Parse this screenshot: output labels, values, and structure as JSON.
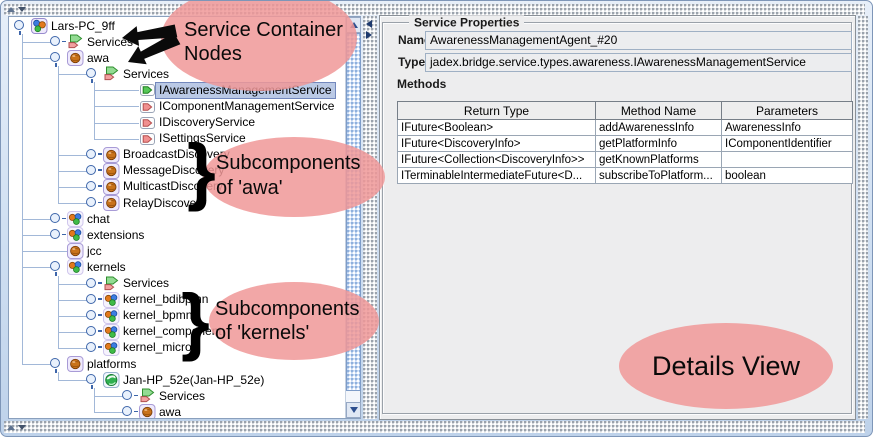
{
  "tree": {
    "nodes": [
      {
        "label": "Lars-PC_9ff",
        "depth": 0,
        "icon": "platform",
        "handle": "expanded"
      },
      {
        "label": "Services",
        "depth": 1,
        "icon": "service-container",
        "handle": "collapsed"
      },
      {
        "label": "awa",
        "depth": 1,
        "icon": "component",
        "handle": "expanded"
      },
      {
        "label": "Services",
        "depth": 2,
        "icon": "service-container",
        "handle": "expanded"
      },
      {
        "label": "IAwarenessManagementService",
        "depth": 3,
        "icon": "service-green",
        "handle": "leaf",
        "selected": true
      },
      {
        "label": "IComponentManagementService",
        "depth": 3,
        "icon": "service-red",
        "handle": "leaf"
      },
      {
        "label": "IDiscoveryService",
        "depth": 3,
        "icon": "service-red",
        "handle": "leaf"
      },
      {
        "label": "ISettingsService",
        "depth": 3,
        "icon": "service-red",
        "handle": "leaf"
      },
      {
        "label": "BroadcastDiscovery",
        "depth": 2,
        "icon": "component",
        "handle": "collapsed"
      },
      {
        "label": "MessageDiscovery",
        "depth": 2,
        "icon": "component",
        "handle": "collapsed"
      },
      {
        "label": "MulticastDiscovery",
        "depth": 2,
        "icon": "component",
        "handle": "collapsed"
      },
      {
        "label": "RelayDiscovery",
        "depth": 2,
        "icon": "component",
        "handle": "collapsed"
      },
      {
        "label": "chat",
        "depth": 1,
        "icon": "components",
        "handle": "collapsed"
      },
      {
        "label": "extensions",
        "depth": 1,
        "icon": "components",
        "handle": "collapsed"
      },
      {
        "label": "jcc",
        "depth": 1,
        "icon": "component",
        "handle": "leaf"
      },
      {
        "label": "kernels",
        "depth": 1,
        "icon": "components",
        "handle": "expanded"
      },
      {
        "label": "Services",
        "depth": 2,
        "icon": "service-container",
        "handle": "collapsed"
      },
      {
        "label": "kernel_bdibpmn",
        "depth": 2,
        "icon": "components",
        "handle": "collapsed"
      },
      {
        "label": "kernel_bpmn",
        "depth": 2,
        "icon": "components",
        "handle": "collapsed"
      },
      {
        "label": "kernel_component",
        "depth": 2,
        "icon": "components",
        "handle": "collapsed"
      },
      {
        "label": "kernel_micro",
        "depth": 2,
        "icon": "components",
        "handle": "collapsed"
      },
      {
        "label": "platforms",
        "depth": 1,
        "icon": "component",
        "handle": "expanded"
      },
      {
        "label": "Jan-HP_52e(Jan-HP_52e)",
        "depth": 2,
        "icon": "platform-remote",
        "handle": "expanded"
      },
      {
        "label": "Services",
        "depth": 3,
        "icon": "service-container",
        "handle": "collapsed"
      },
      {
        "label": "awa",
        "depth": 3,
        "icon": "component",
        "handle": "collapsed"
      }
    ]
  },
  "details": {
    "title": "Service Properties",
    "name_label": "Name",
    "name_value": "AwarenessManagementAgent_#20",
    "type_label": "Type",
    "type_value": "jadex.bridge.service.types.awareness.IAwarenessManagementService",
    "methods_label": "Methods",
    "table": {
      "columns": [
        "Return Type",
        "Method Name",
        "Parameters"
      ],
      "rows": [
        [
          "IFuture<Boolean>",
          "addAwarenessInfo",
          "AwarenessInfo"
        ],
        [
          "IFuture<DiscoveryInfo>",
          "getPlatformInfo",
          "IComponentIdentifier"
        ],
        [
          "IFuture<Collection<DiscoveryInfo>>",
          "getKnownPlatforms",
          ""
        ],
        [
          "ITerminableIntermediateFuture<D...",
          "subscribeToPlatform...",
          "boolean"
        ]
      ]
    }
  },
  "annotations": {
    "service_container": {
      "line1": "Service Container",
      "line2": "Nodes"
    },
    "awa": {
      "line1": "Subcomponents",
      "line2": "of 'awa'"
    },
    "kernels": {
      "line1": "Subcomponents",
      "line2": "of 'kernels'"
    },
    "details_view": "Details View",
    "brace": "}"
  },
  "colors": {
    "annotation_pink": "#f09898",
    "selection": "#bac9e5",
    "tree_line": "#a2b8d8"
  }
}
